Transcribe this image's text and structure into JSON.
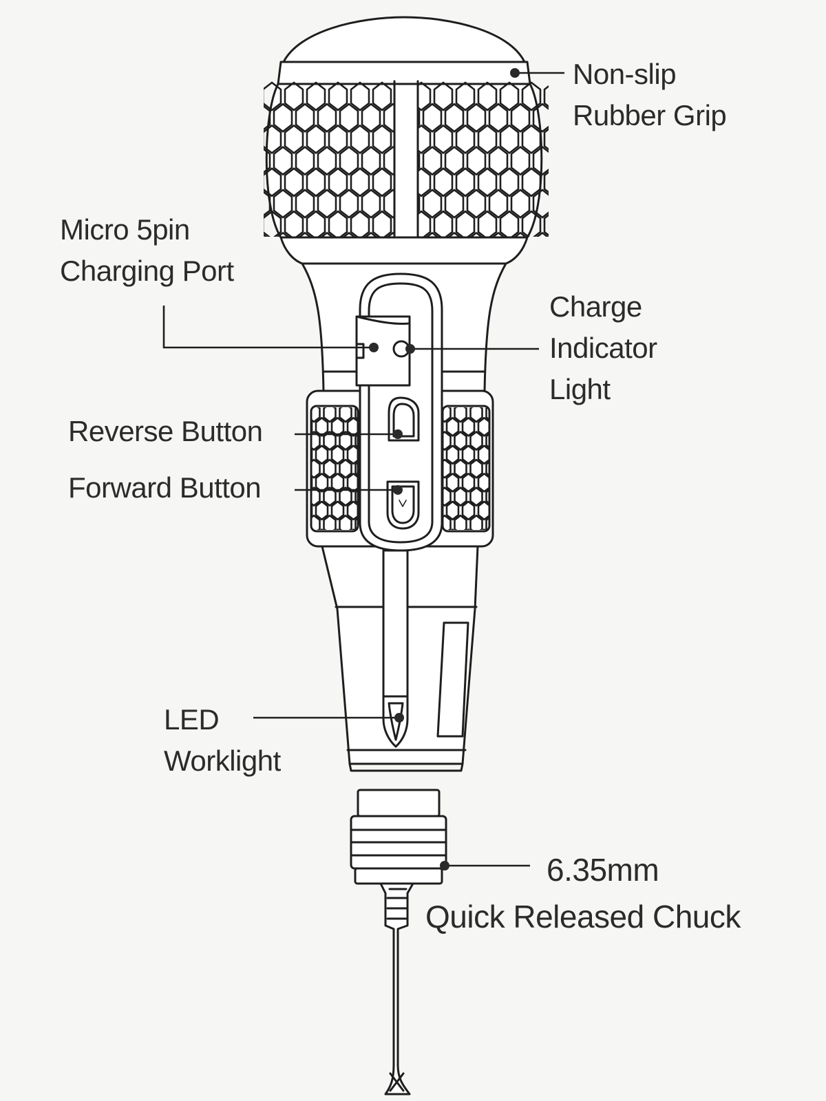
{
  "labels": {
    "grip": [
      "Non-slip",
      "Rubber Grip"
    ],
    "port": [
      "Micro 5pin",
      "Charging Port"
    ],
    "indicator": [
      "Charge",
      "Indicator",
      "Light"
    ],
    "reverse": [
      "Reverse Button"
    ],
    "forward": [
      "Forward Button"
    ],
    "led": [
      "LED",
      "Worklight"
    ],
    "chuck": [
      "6.35mm",
      "Quick Released Chuck"
    ]
  },
  "colors": {
    "line": "#1e1e1e",
    "text": "#2b2b2b",
    "background": "#f6f6f4"
  }
}
